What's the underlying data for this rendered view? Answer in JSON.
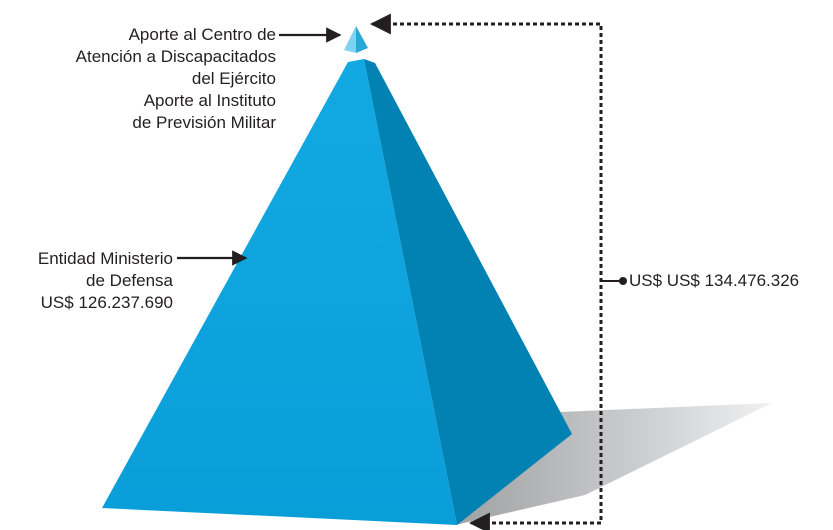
{
  "labels": {
    "top_lines": [
      "Aporte al Centro de",
      "Atención a Discapacitados",
      "del Ejército",
      "Aporte al Instituto",
      "de Previsión Militar"
    ],
    "middle_lines": [
      "Entidad Ministerio",
      "de Defensa",
      "US$ 126.237.690"
    ],
    "total": "US$ US$ 134.476.326"
  },
  "colors": {
    "pyramid_left_face": "#0da2dc",
    "pyramid_right_face": "#0182b3",
    "apex_light_face": "#7fd2f2",
    "apex_dark_face": "#29a8d8",
    "shadow": "#bdbfc2",
    "connector": "#231f20",
    "text": "#231f20"
  }
}
